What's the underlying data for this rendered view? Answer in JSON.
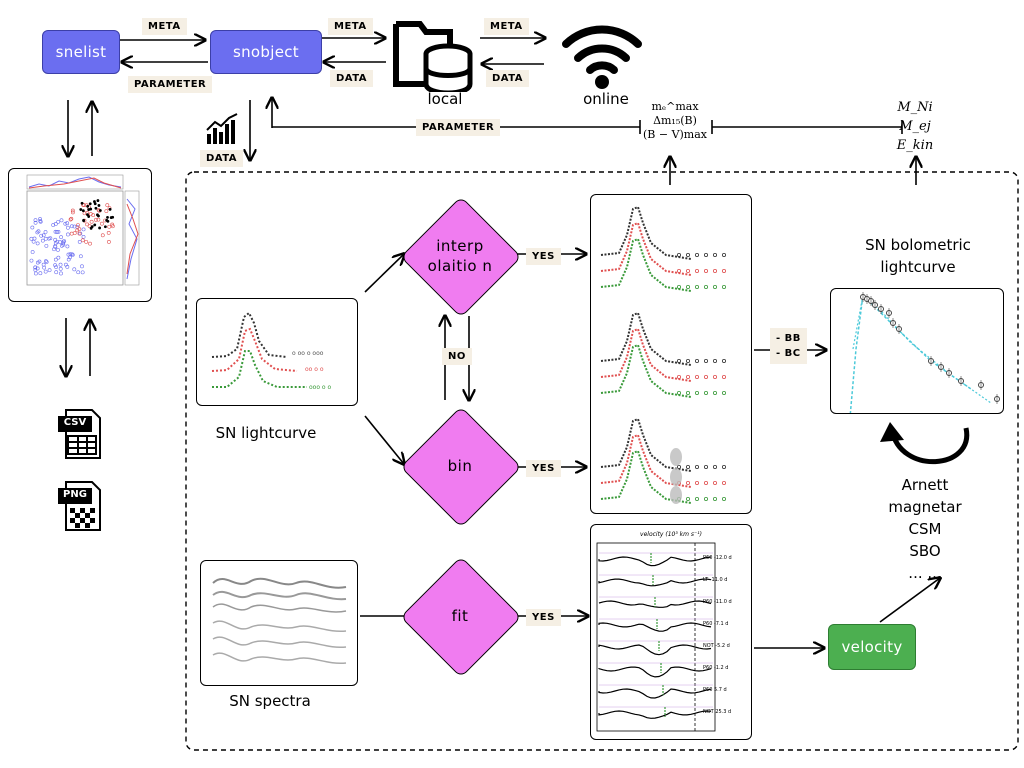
{
  "top": {
    "snelist": "snelist",
    "snobject": "snobject",
    "local": "local",
    "online": "online",
    "tag_meta_1": "META",
    "tag_parameter_1": "PARAMETER",
    "tag_meta_2": "META",
    "tag_data_1": "DATA",
    "tag_meta_3": "META",
    "tag_data_2": "DATA",
    "tag_parameter_2": "PARAMETER",
    "tag_data_3": "DATA"
  },
  "params": {
    "line1": "mₑ^max",
    "line2": "Δm₁₅(B)",
    "line3": "(B − V)max",
    "phys1": "M_Ni",
    "phys2": "M_ej",
    "phys3": "E_kin"
  },
  "left": {
    "file_csv": "CSV",
    "file_png": "PNG"
  },
  "flow": {
    "lightcurve_label": "SN lightcurve",
    "spectra_label": "SN spectra",
    "interp_label": "interp olaitio n",
    "bin_label": "bin",
    "fit_label": "fit",
    "yes1": "YES",
    "yes2": "YES",
    "yes3": "YES",
    "no": "NO",
    "bb_bc_1": "- BB",
    "bb_bc_2": "- BC",
    "bolometric_label_1": "SN bolometric",
    "bolometric_label_2": "lightcurve",
    "velocity": "velocity",
    "models": [
      "Arnett",
      "magnetar",
      "CSM",
      "SBO",
      "... ..."
    ]
  },
  "spectra_panel": {
    "axis_title": "velocity (10³ km s⁻¹)",
    "epochs": [
      "P60 -12.0 d",
      "LT -11.0 d",
      "P60 -11.0 d",
      "P60 -7.1 d",
      "NOT -5.2 d",
      "P60 -1.2 d",
      "P60 5.7 d",
      "NOT 25.3 d"
    ]
  },
  "colors": {
    "blue_node": "#6b6ef0",
    "green_node": "#4caf50",
    "diamond": "#f07cf0",
    "tag_bg": "#f5efe4"
  }
}
